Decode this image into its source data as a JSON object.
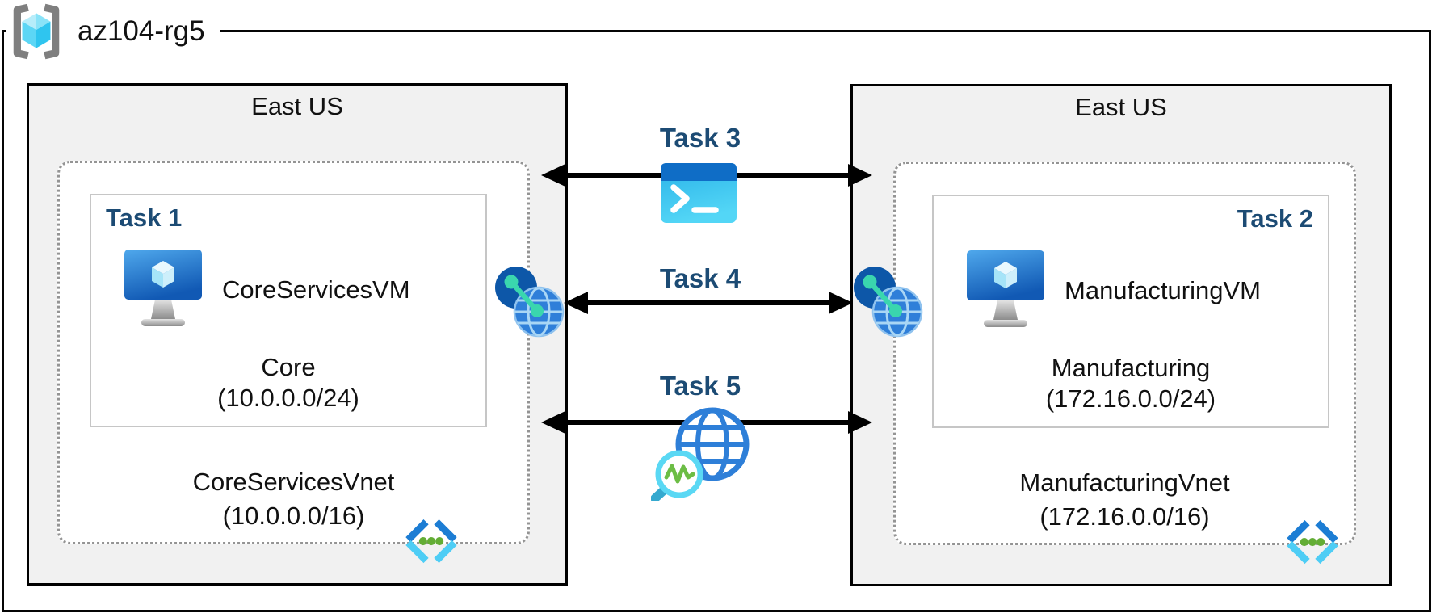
{
  "resource_group": {
    "name": "az104-rg5"
  },
  "regions": [
    {
      "location": "East US",
      "task_label": "Task 1",
      "vm_name": "CoreServicesVM",
      "subnet_name": "Core",
      "subnet_cidr": "(10.0.0.0/24)",
      "vnet_name": "CoreServicesVnet",
      "vnet_cidr": "(10.0.0.0/16)"
    },
    {
      "location": "East US",
      "task_label": "Task 2",
      "vm_name": "ManufacturingVM",
      "subnet_name": "Manufacturing",
      "subnet_cidr": "(172.16.0.0/24)",
      "vnet_name": "ManufacturingVnet",
      "vnet_cidr": "(172.16.0.0/16)"
    }
  ],
  "connections": [
    {
      "label": "Task 3",
      "icon": "cloud-shell-icon"
    },
    {
      "label": "Task 4",
      "icon": "vnet-peering-icon"
    },
    {
      "label": "Task 5",
      "icon": "network-watcher-icon"
    }
  ],
  "icons": {
    "resource_group": "brackets-with-cube",
    "virtual_machine": "monitor-with-cube",
    "virtual_network": "angle-brackets-with-dots",
    "vnet_peering": "linked-globes",
    "cloud_shell": "terminal-window",
    "network_watcher": "globe-with-magnifier"
  },
  "colors": {
    "task_label": "#1C4B74",
    "region_fill": "#F1F1F1",
    "region_border": "#000000",
    "vnet_border_dotted": "#949494",
    "subnet_border": "#C6C6C6",
    "arrow": "#000000",
    "azure_blue": "#2E7FD8",
    "azure_dark_blue": "#0D57A8",
    "azure_cyan": "#4ECDF5",
    "shell_titlebar": "#0F6DC6",
    "teal_link": "#3AD6AE",
    "green": "#63AD35"
  }
}
